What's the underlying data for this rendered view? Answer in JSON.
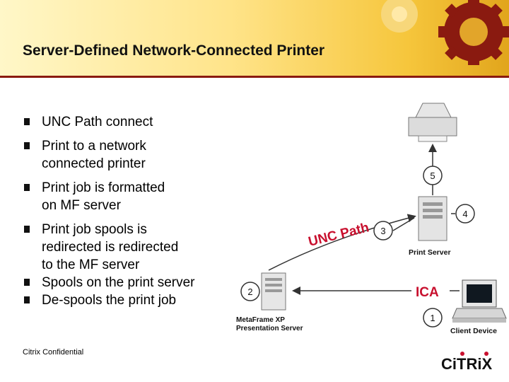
{
  "slide": {
    "title": "Server-Defined Network-Connected Printer",
    "footer": "Citrix Confidential",
    "logo_text": "CiTRiX"
  },
  "bullets": [
    {
      "lines": [
        "UNC Path connect"
      ]
    },
    {
      "lines": [
        "Print to a network",
        "connected printer"
      ]
    },
    {
      "lines": [
        "Print job is formatted",
        "on MF server"
      ]
    },
    {
      "lines": [
        "Print job spools is",
        "redirected is redirected",
        "to the MF server"
      ]
    },
    {
      "lines": [
        "Spools on the print server"
      ]
    },
    {
      "lines": [
        "De-spools the print job"
      ]
    }
  ],
  "diagram": {
    "unc_path_label": "UNC Path",
    "ica_label": "ICA",
    "print_server_label": "Print Server",
    "metaframe_label_line1": "MetaFrame XP",
    "metaframe_label_line2": "Presentation Server",
    "client_device_label": "Client Device",
    "steps": [
      "1",
      "2",
      "3",
      "4",
      "5"
    ]
  },
  "colors": {
    "accent_red": "#c8102e",
    "header_dark": "#8a1a10",
    "header_gold": "#f6c63c"
  }
}
